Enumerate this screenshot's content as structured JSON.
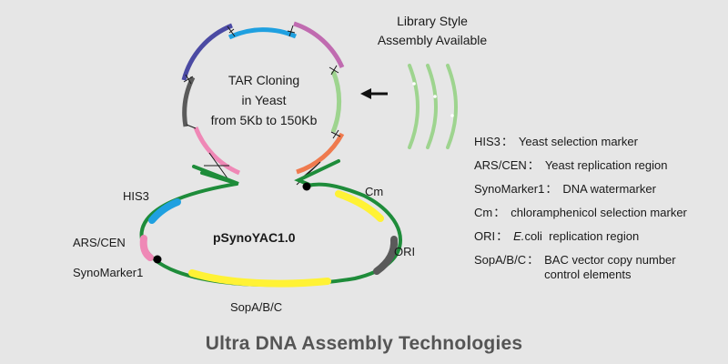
{
  "tar_circle": {
    "center_text": [
      "TAR Cloning",
      "in Yeast",
      "from 5Kb to 150Kb"
    ],
    "fragments": [
      {
        "name": "fragment-1",
        "color": "#4b4aa3"
      },
      {
        "name": "fragment-2",
        "color": "#1fa0e0"
      },
      {
        "name": "fragment-3",
        "color": "#c06bb0"
      },
      {
        "name": "fragment-4",
        "color": "#9ed48f"
      },
      {
        "name": "fragment-5",
        "color": "#ef7a4e"
      },
      {
        "name": "fragment-6",
        "color": "#ef88b6"
      },
      {
        "name": "fragment-7",
        "color": "#5a5a5a"
      }
    ]
  },
  "library": {
    "title_lines": [
      "Library Style",
      "Assembly Available"
    ],
    "arrow": "arrow-left-icon",
    "color": "#9ed48f"
  },
  "plasmid": {
    "name": "pSynoYAC1.0",
    "backbone_color": "#1e8c3a",
    "features": [
      {
        "label": "HIS3",
        "color": "#1fa0e0"
      },
      {
        "label": "ARS/CEN",
        "color": "#ef88b6"
      },
      {
        "label": "SynoMarker1",
        "color": "#000000"
      },
      {
        "label": "SopA/B/C",
        "color": "#fff235"
      },
      {
        "label": "ORI",
        "color": "#5a5a5a"
      },
      {
        "label": "Cm",
        "color": "#fff235"
      }
    ]
  },
  "legend": [
    {
      "key": "HIS3",
      "desc": "Yeast selection marker"
    },
    {
      "key": "ARS/CEN",
      "desc": "Yeast replication region"
    },
    {
      "key": "SynoMarker1",
      "desc": "DNA watermarker"
    },
    {
      "key": "Cm",
      "desc": "chloramphenicol selection marker"
    },
    {
      "key": "ORI",
      "desc_italic": "E.",
      "desc": "coli  replication region"
    },
    {
      "key": "SopA/B/C",
      "desc_lines": [
        "BAC vector copy number",
        "control elements"
      ]
    }
  ],
  "legend_separator": "：",
  "footer": {
    "title": "Ultra DNA Assembly Technologies"
  }
}
